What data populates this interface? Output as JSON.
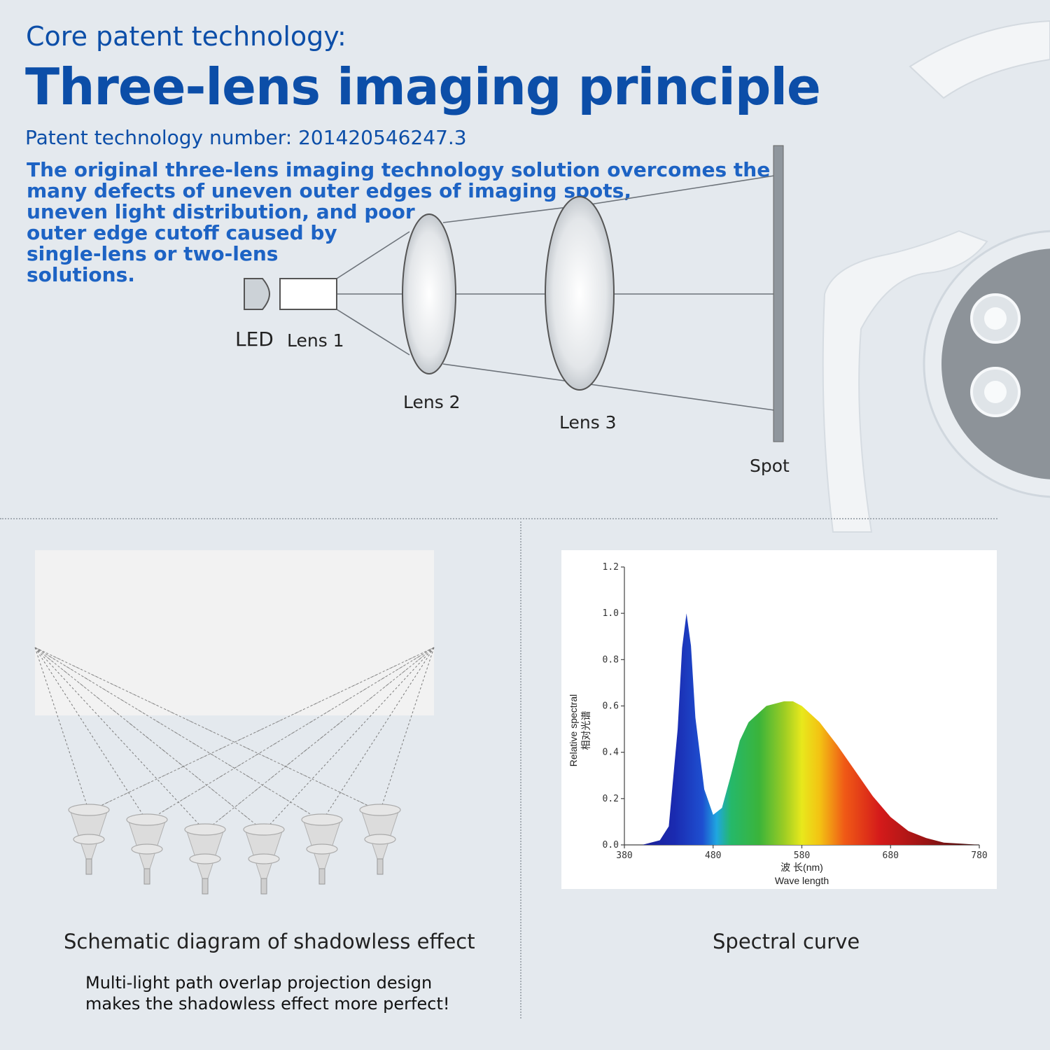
{
  "header": {
    "kicker": "Core patent technology:",
    "headline": "Three-lens imaging principle",
    "patent_number": "Patent technology number: 201420546247.3",
    "description_lines": [
      "The original three-lens imaging technology solution overcomes the",
      "many defects of uneven outer edges of imaging spots,",
      "uneven light distribution, and poor",
      "outer edge cutoff caused by",
      "single-lens or two-lens",
      "solutions."
    ]
  },
  "lens_diagram": {
    "led_label": "LED",
    "lens1_label": "Lens 1",
    "lens2_label": "Lens 2",
    "lens3_label": "Lens 3",
    "spot_label": "Spot"
  },
  "shadowless": {
    "caption": "Schematic diagram of shadowless effect",
    "note_lines": [
      "Multi-light path overlap projection design",
      "makes the shadowless effect more perfect!"
    ]
  },
  "spectral": {
    "caption": "Spectral curve"
  },
  "chart_data": {
    "type": "area",
    "ylabel_en": "Relative spectral",
    "ylabel_cn": "相对光谱",
    "xlabel_cn": "波 长(nm)",
    "xlabel_en": "Wave length",
    "xlim": [
      380,
      780
    ],
    "ylim": [
      0,
      1.2
    ],
    "xticks": [
      380,
      480,
      580,
      680,
      780
    ],
    "yticks": [
      "0.0",
      "0.2",
      "0.4",
      "0.6",
      "0.8",
      "1.0",
      "1.2"
    ],
    "x": [
      400,
      420,
      430,
      440,
      445,
      450,
      455,
      460,
      470,
      480,
      490,
      500,
      510,
      520,
      540,
      560,
      570,
      580,
      600,
      620,
      640,
      660,
      680,
      700,
      720,
      740,
      760,
      780
    ],
    "y": [
      0.0,
      0.02,
      0.08,
      0.5,
      0.85,
      1.0,
      0.86,
      0.55,
      0.24,
      0.13,
      0.16,
      0.3,
      0.45,
      0.53,
      0.6,
      0.62,
      0.62,
      0.6,
      0.53,
      0.43,
      0.32,
      0.21,
      0.12,
      0.06,
      0.03,
      0.01,
      0.005,
      0.0
    ]
  }
}
